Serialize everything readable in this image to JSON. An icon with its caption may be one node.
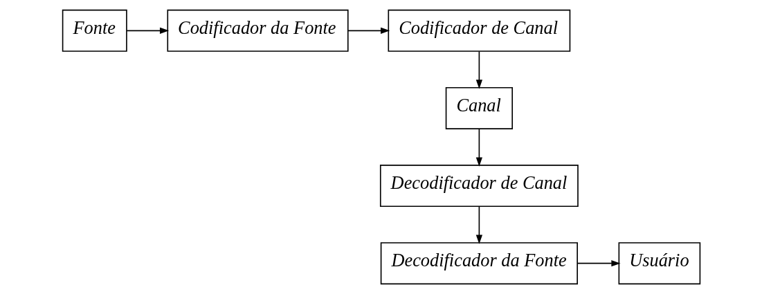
{
  "diagram": {
    "nodes": [
      {
        "text": [
          "Fonte"
        ]
      },
      {
        "text": [
          "Codificador da Fonte"
        ]
      },
      {
        "text": [
          "Codificador de Canal"
        ]
      },
      {
        "text": [
          "Canal"
        ]
      },
      {
        "text": [
          "Decodificador de Canal"
        ]
      },
      {
        "text": [
          "Decodificador da Fonte"
        ]
      },
      {
        "text": [
          "Usuário"
        ]
      }
    ],
    "edges": [
      {
        "from": 0,
        "to": 1,
        "arrow": "to"
      },
      {
        "from": 1,
        "to": 2,
        "arrow": "to"
      },
      {
        "from": 2,
        "to": 3,
        "arrow": "to"
      },
      {
        "from": 3,
        "to": 4,
        "arrow": "to"
      },
      {
        "from": 4,
        "to": 5,
        "arrow": "to"
      },
      {
        "from": 5,
        "to": 6,
        "arrow": "to"
      }
    ]
  }
}
